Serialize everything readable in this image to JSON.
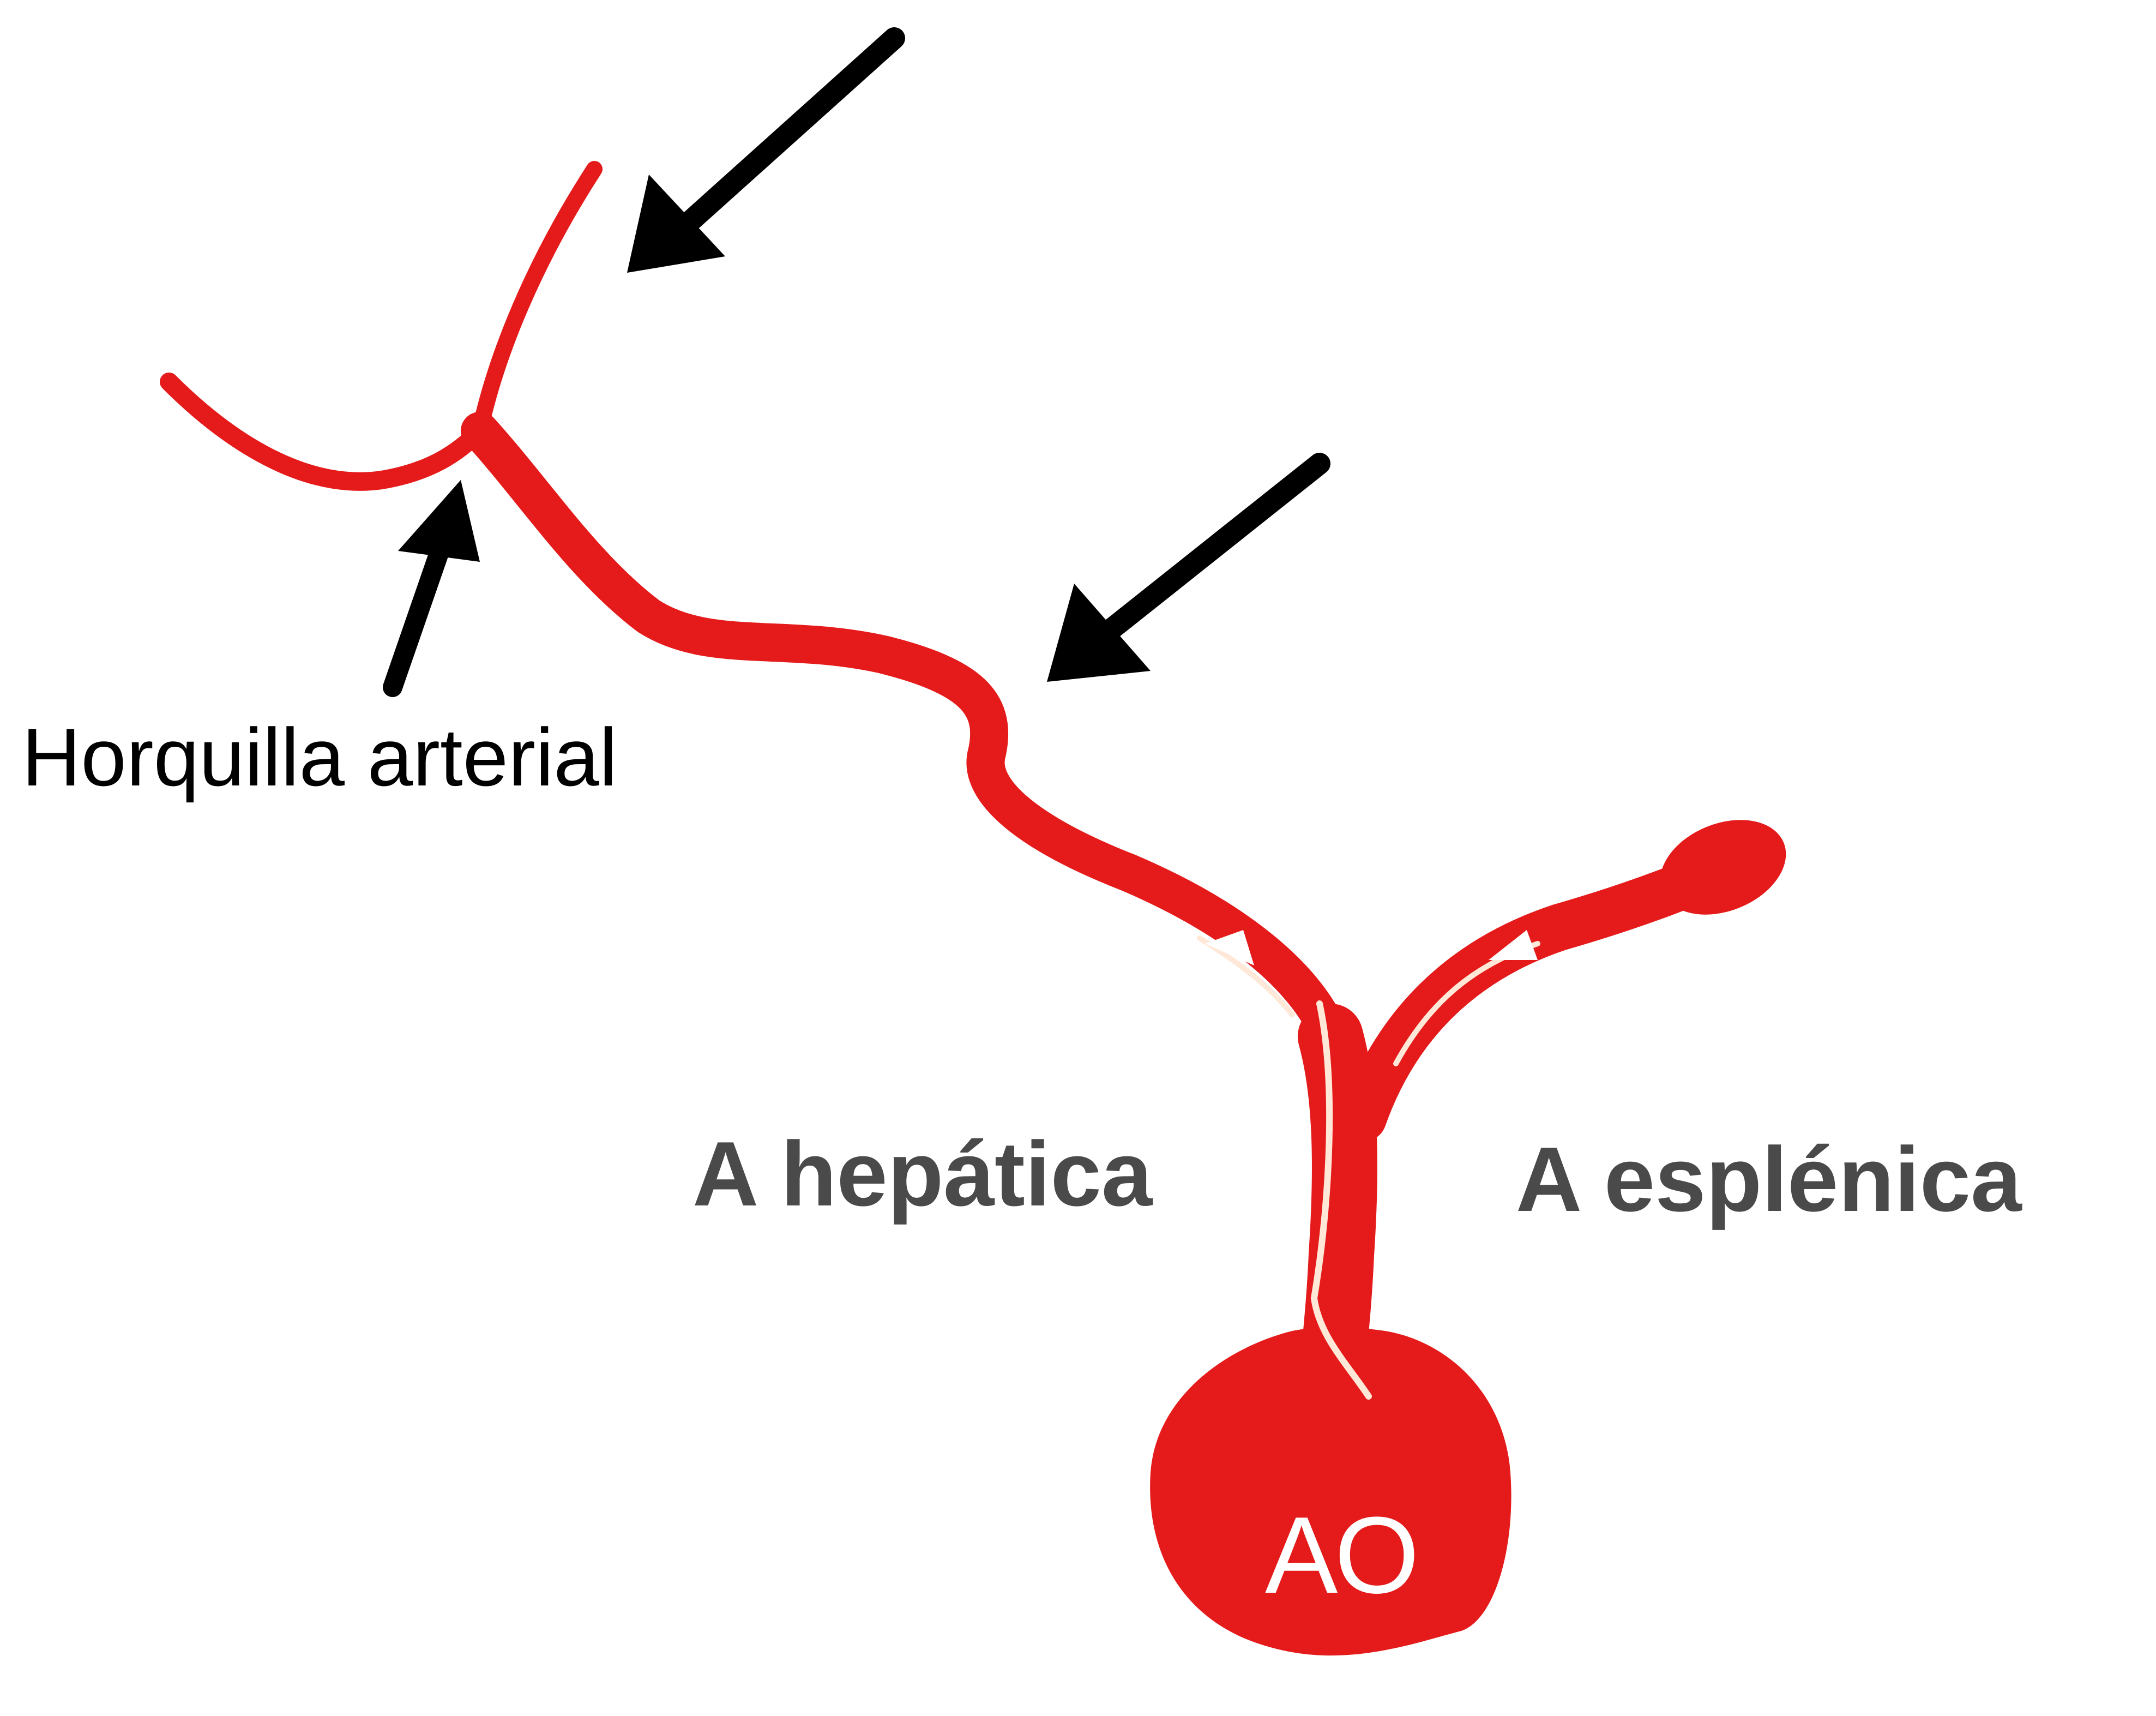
{
  "labels": {
    "fork": "Horquilla arterial",
    "hepatic": "A hepática",
    "splenic": "A esplénica",
    "aorta": "AO"
  },
  "colors": {
    "artery": "#e51a1a",
    "arrow": "#000000",
    "background": "#ffffff",
    "vessel_label": "#4a4a4a"
  },
  "arrows": [
    "arrow-to-upper-branch",
    "arrow-to-hepatic-artery",
    "arrow-to-fork"
  ]
}
